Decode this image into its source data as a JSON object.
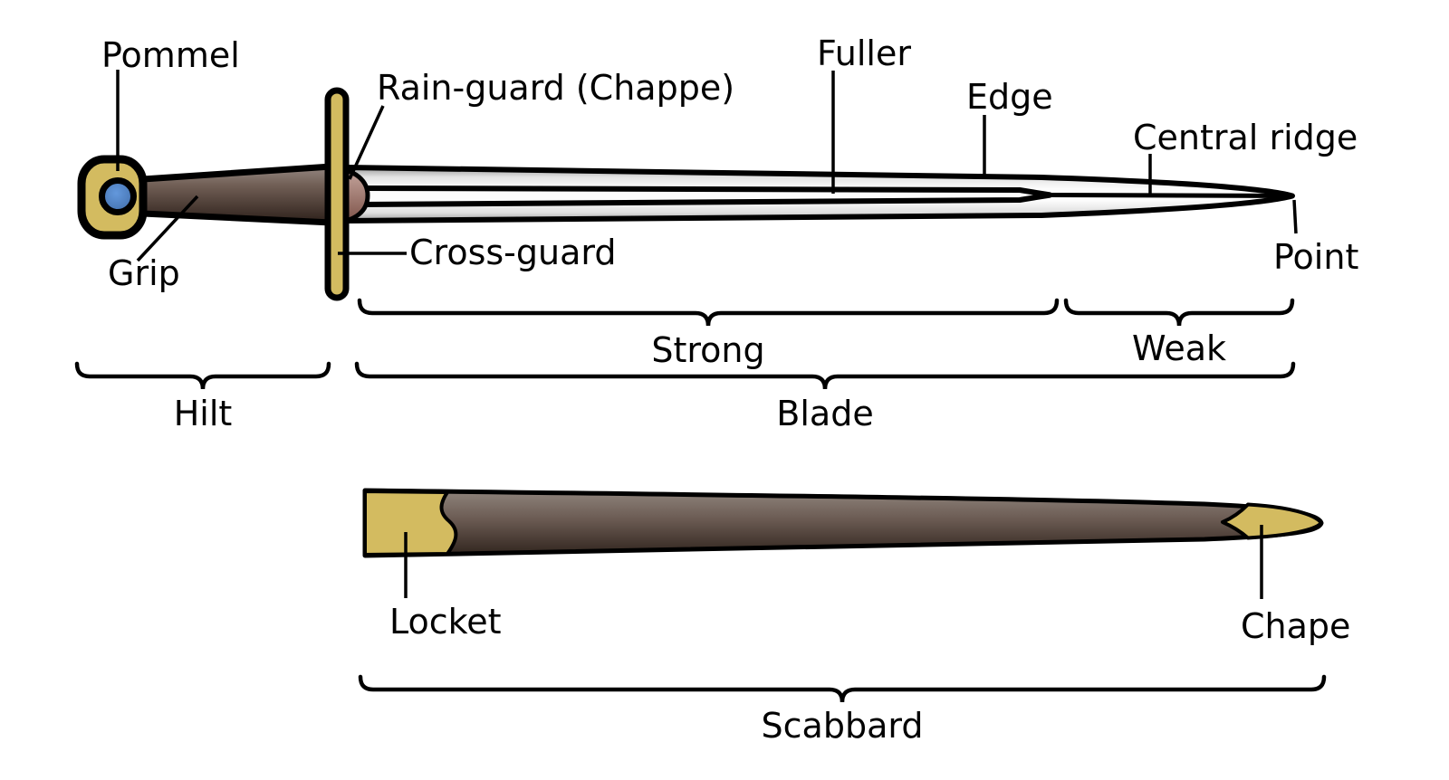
{
  "figure": {
    "description": "Labeled diagram of a medieval sword (top) and its scabbard (bottom)",
    "background_color": "#ffffff",
    "sword": {
      "part_labels": {
        "pommel": "Pommel",
        "grip": "Grip",
        "rain_guard": "Rain-guard (Chappe)",
        "cross_guard": "Cross-guard",
        "fuller": "Fuller",
        "edge": "Edge",
        "central_ridge": "Central ridge",
        "point": "Point"
      },
      "section_labels": {
        "strong": "Strong",
        "weak": "Weak",
        "hilt": "Hilt",
        "blade": "Blade"
      }
    },
    "scabbard": {
      "part_labels": {
        "locket": "Locket",
        "chape": "Chape"
      },
      "section_labels": {
        "scabbard": "Scabbard"
      }
    },
    "colors": {
      "fittings_gold": "#d3bb60",
      "pommel_center_blue": "#4d80c2",
      "grip_leather_light": "#948780",
      "grip_leather_dark": "#2e211b",
      "rain_guard_light": "#c7a8a0",
      "rain_guard_dark": "#7d5248",
      "blade_steel_light": "#fcfcfc",
      "blade_steel_shadow": "#a0a0a0",
      "scabbard_leather_light": "#8f847c",
      "scabbard_leather_dark": "#30241d",
      "outline": "#000000",
      "text": "#000000"
    }
  }
}
